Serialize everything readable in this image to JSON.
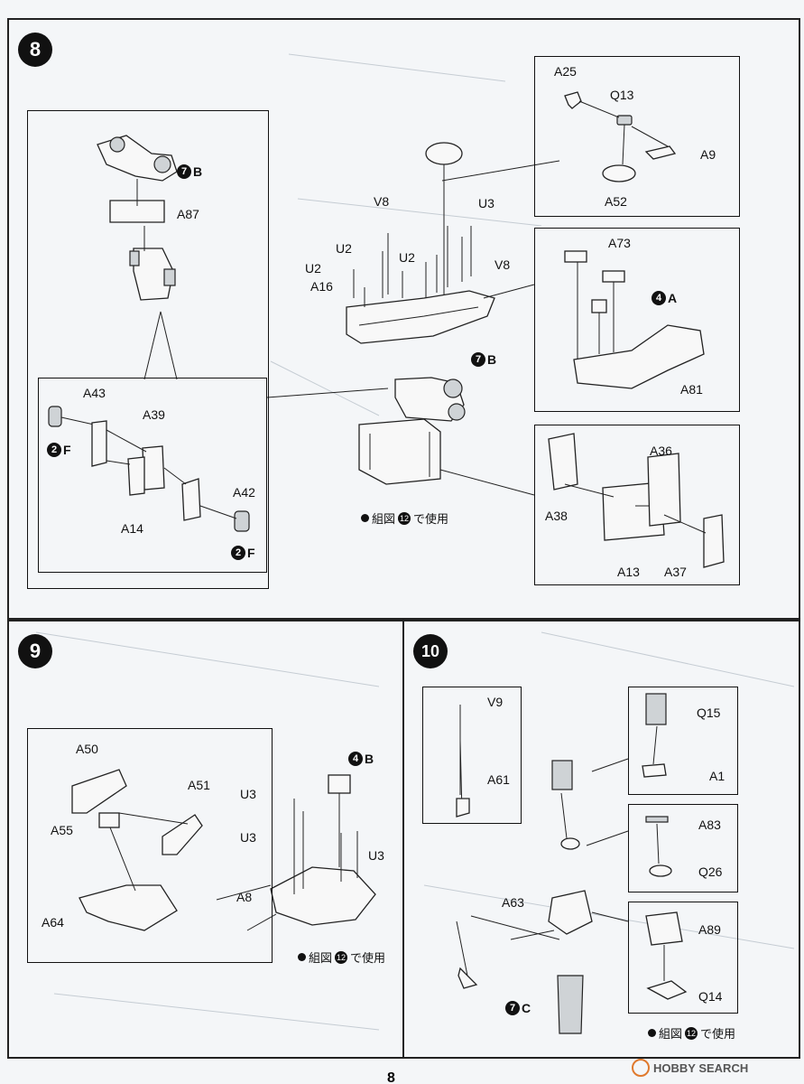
{
  "page_number": "8",
  "watermark": "HOBBY SEARCH",
  "step8": {
    "number": "8",
    "left_labels": {
      "a87": "A87",
      "a43": "A43",
      "a39": "A39",
      "a42": "A42",
      "a14": "A14"
    },
    "refs": {
      "r7b": {
        "num": "7",
        "letter": "B"
      },
      "r2f1": {
        "num": "2",
        "letter": "F"
      },
      "r2f2": {
        "num": "2",
        "letter": "F"
      }
    },
    "center_labels": {
      "v8a": "V8",
      "u3a": "U3",
      "u2a": "U2",
      "u2b": "U2",
      "u2c": "U2",
      "v8b": "V8",
      "a16": "A16"
    },
    "center_ref": {
      "num": "7",
      "letter": "B"
    },
    "note": {
      "pre": "組図",
      "num": "12",
      "post": "で使用"
    },
    "top_right_labels": {
      "a25": "A25",
      "q13": "Q13",
      "a9": "A9",
      "a52": "A52"
    },
    "mid_right_labels": {
      "a73": "A73",
      "a81": "A81"
    },
    "mid_right_ref": {
      "num": "4",
      "letter": "A"
    },
    "bot_right_labels": {
      "a36": "A36",
      "a38": "A38",
      "a13": "A13",
      "a37": "A37"
    }
  },
  "step9": {
    "number": "9",
    "labels": {
      "a50": "A50",
      "a51": "A51",
      "a55": "A55",
      "a64": "A64",
      "u3a": "U3",
      "u3b": "U3",
      "u3c": "U3",
      "a8": "A8"
    },
    "ref": {
      "num": "4",
      "letter": "B"
    },
    "note": {
      "pre": "組図",
      "num": "12",
      "post": "で使用"
    }
  },
  "step10": {
    "number": "10",
    "labels": {
      "v9": "V9",
      "a61": "A61",
      "a63": "A63",
      "q15": "Q15",
      "a1": "A1",
      "a83": "A83",
      "q26": "Q26",
      "a89": "A89",
      "q14": "Q14"
    },
    "ref": {
      "num": "7",
      "letter": "C"
    },
    "note": {
      "pre": "組図",
      "num": "12",
      "post": "で使用"
    }
  }
}
